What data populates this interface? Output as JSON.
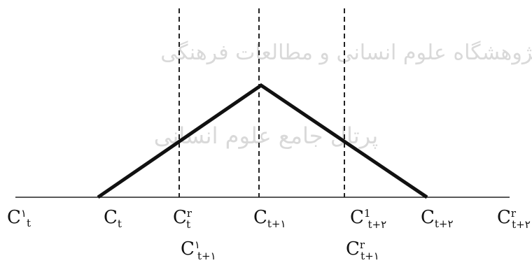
{
  "watermark": {
    "line1": "پژوهشگاه علوم انسانی و مطالعات فرهنگی",
    "line2": "پرتال جامع علوم انسانی"
  },
  "axis_labels": [
    {
      "id": "c1t",
      "main": "C",
      "sup": "١",
      "sub": "t"
    },
    {
      "id": "ct",
      "main": "C",
      "sup": "",
      "sub": "t"
    },
    {
      "id": "c3t",
      "main": "C",
      "sup": "r",
      "sub": "t"
    },
    {
      "id": "ct1",
      "main": "C",
      "sup": "",
      "sub": "t+١"
    },
    {
      "id": "c1t2",
      "main": "C",
      "sup": "1",
      "sub": "t+٢"
    },
    {
      "id": "ct2",
      "main": "C",
      "sup": "",
      "sub": "t+٢"
    },
    {
      "id": "c3t2",
      "main": "C",
      "sup": "r",
      "sub": "t+٢"
    }
  ],
  "lower_labels": [
    {
      "id": "c1t1",
      "main": "C",
      "sup": "١",
      "sub": "t+١"
    },
    {
      "id": "c3t1",
      "main": "C",
      "sup": "r",
      "sub": "t+١"
    }
  ]
}
